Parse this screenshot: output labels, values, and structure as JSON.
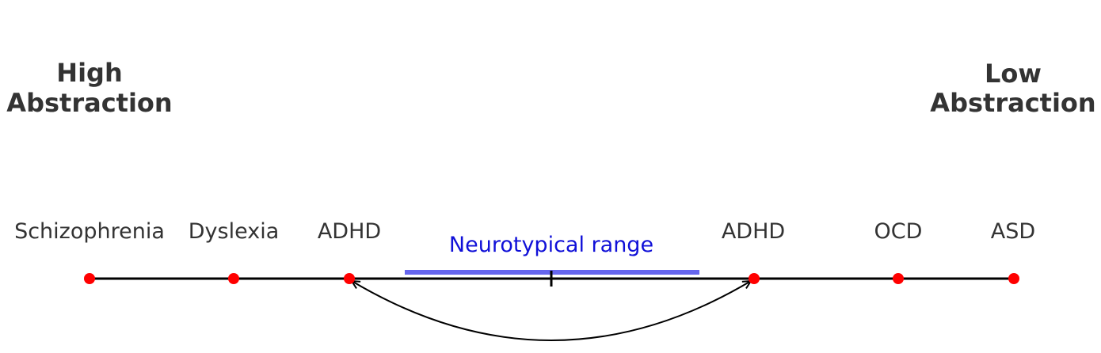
{
  "left_pole": {
    "line1": "High",
    "line2": "Abstraction"
  },
  "right_pole": {
    "line1": "Low",
    "line2": "Abstraction"
  },
  "conditions": [
    {
      "label": "Schizophrenia"
    },
    {
      "label": "Dyslexia"
    },
    {
      "label": "ADHD"
    },
    {
      "label": "ADHD"
    },
    {
      "label": "OCD"
    },
    {
      "label": "ASD"
    }
  ],
  "neurotypical_range": {
    "label": "Neurotypical range",
    "color": "#6666ee",
    "label_color": "#1010d8"
  },
  "colors": {
    "axis": "#000000",
    "marker": "#ff0000",
    "text": "#333333"
  }
}
